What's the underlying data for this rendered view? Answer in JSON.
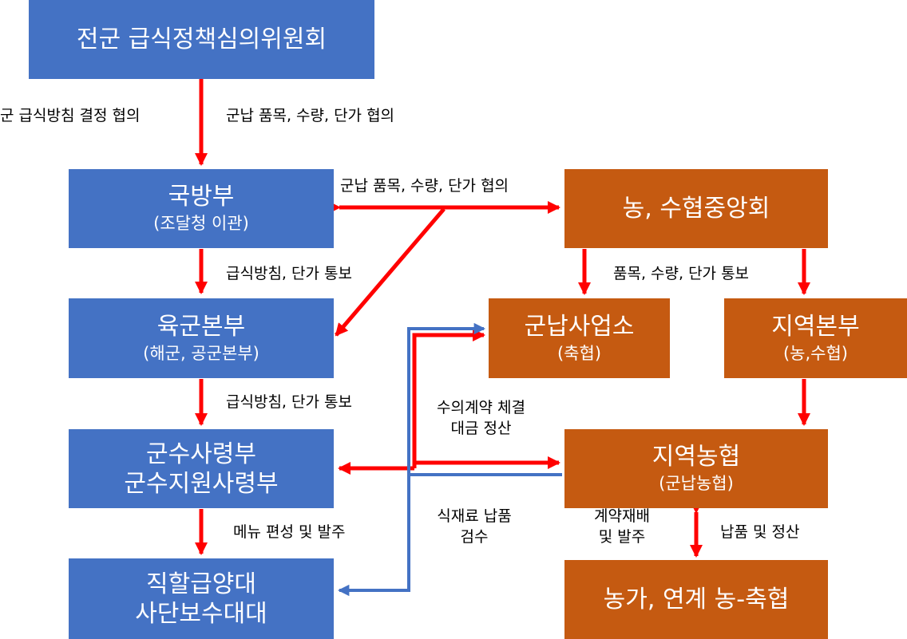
{
  "boxes": {
    "committee": "전군 급식정책심의위원회",
    "mnd": "국방부",
    "mnd_sub": "(조달청 이관)",
    "nacf": "농, 수협중앙회",
    "army": "육군본부",
    "army_sub": "(해군, 공군본부)",
    "supply_office": "군납사업소",
    "supply_office_sub": "(축협)",
    "regional_hq": "지역본부",
    "regional_hq_sub": "(농,수협)",
    "logistics_1": "군수사령부",
    "logistics_2": "군수지원사령부",
    "local_coop": "지역농협",
    "local_coop_sub": "(군납농협)",
    "unit_1": "직할급양대",
    "unit_2": "사단보수대대",
    "farmers": "농가, 연계 농-축협"
  },
  "labels": {
    "l1": "군 급식방침 결정 협의",
    "l2": "군납 품목, 수량, 단가 협의",
    "l3": "군납 품목, 수량, 단가 협의",
    "l4": "급식방침, 단가 통보",
    "l5": "품목, 수량, 단가 통보",
    "l6": "급식방침, 단가 통보",
    "l7a": "수의계약 체결",
    "l7b": "대금 정산",
    "l8": "메뉴 편성 및 발주",
    "l9a": "식재료 납품",
    "l9b": "검수",
    "l10a": "계약재배",
    "l10b": "및 발주",
    "l11": "납품 및 정산"
  },
  "colors": {
    "blue_box": "#4472c4",
    "orange_box": "#c55a11",
    "red_arrow": "#ff0000",
    "blue_arrow": "#4472c4"
  }
}
